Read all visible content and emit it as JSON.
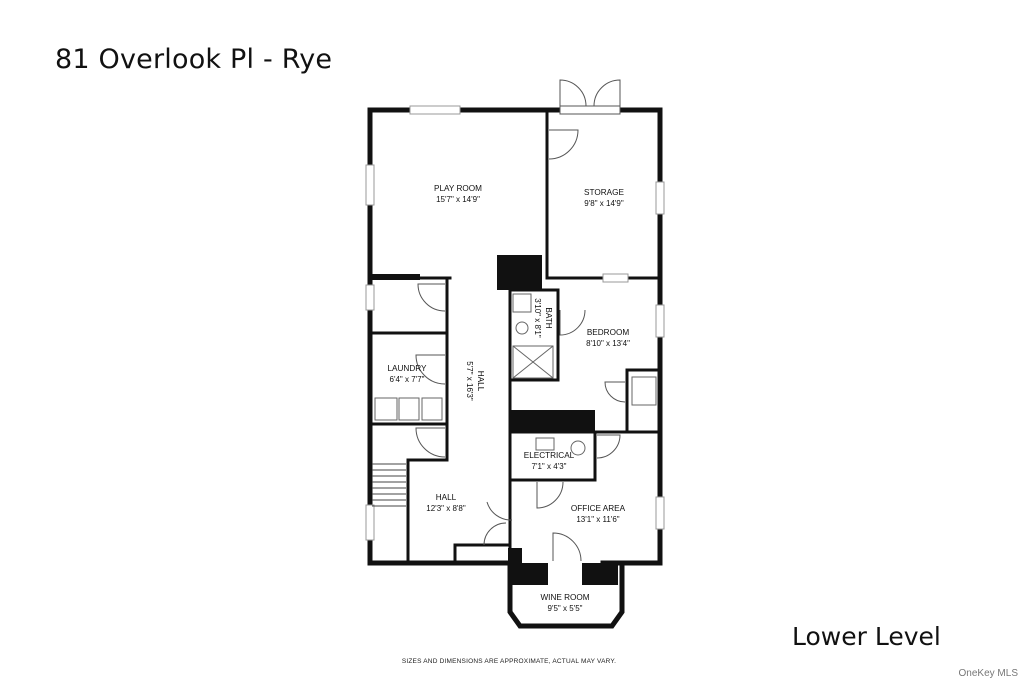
{
  "header": {
    "title": "81 Overlook Pl - Rye"
  },
  "floor": {
    "label": "Lower Level"
  },
  "disclaimer": "SIZES AND DIMENSIONS ARE APPROXIMATE, ACTUAL MAY VARY.",
  "watermark": "OneKey MLS",
  "colors": {
    "wall": "#111111",
    "background": "#ffffff",
    "fixture": "#888888"
  },
  "rooms": {
    "play_room": {
      "name": "PLAY ROOM",
      "dims": "15'7\" x 14'9\""
    },
    "storage": {
      "name": "STORAGE",
      "dims": "9'8\" x 14'9\""
    },
    "bath": {
      "name": "BATH",
      "dims": "3'10\" x 8'1\""
    },
    "bedroom": {
      "name": "BEDROOM",
      "dims": "8'10\" x 13'4\""
    },
    "laundry": {
      "name": "LAUNDRY",
      "dims": "6'4\" x 7'7\""
    },
    "hall_center": {
      "name": "HALL",
      "dims": "5'7\" x 16'3\""
    },
    "electrical": {
      "name": "ELECTRICAL",
      "dims": "7'1\" x 4'3\""
    },
    "hall_lower": {
      "name": "HALL",
      "dims": "12'3\" x 8'8\""
    },
    "office_area": {
      "name": "OFFICE AREA",
      "dims": "13'1\" x 11'6\""
    },
    "wine_room": {
      "name": "WINE ROOM",
      "dims": "9'5\" x 5'5\""
    }
  }
}
